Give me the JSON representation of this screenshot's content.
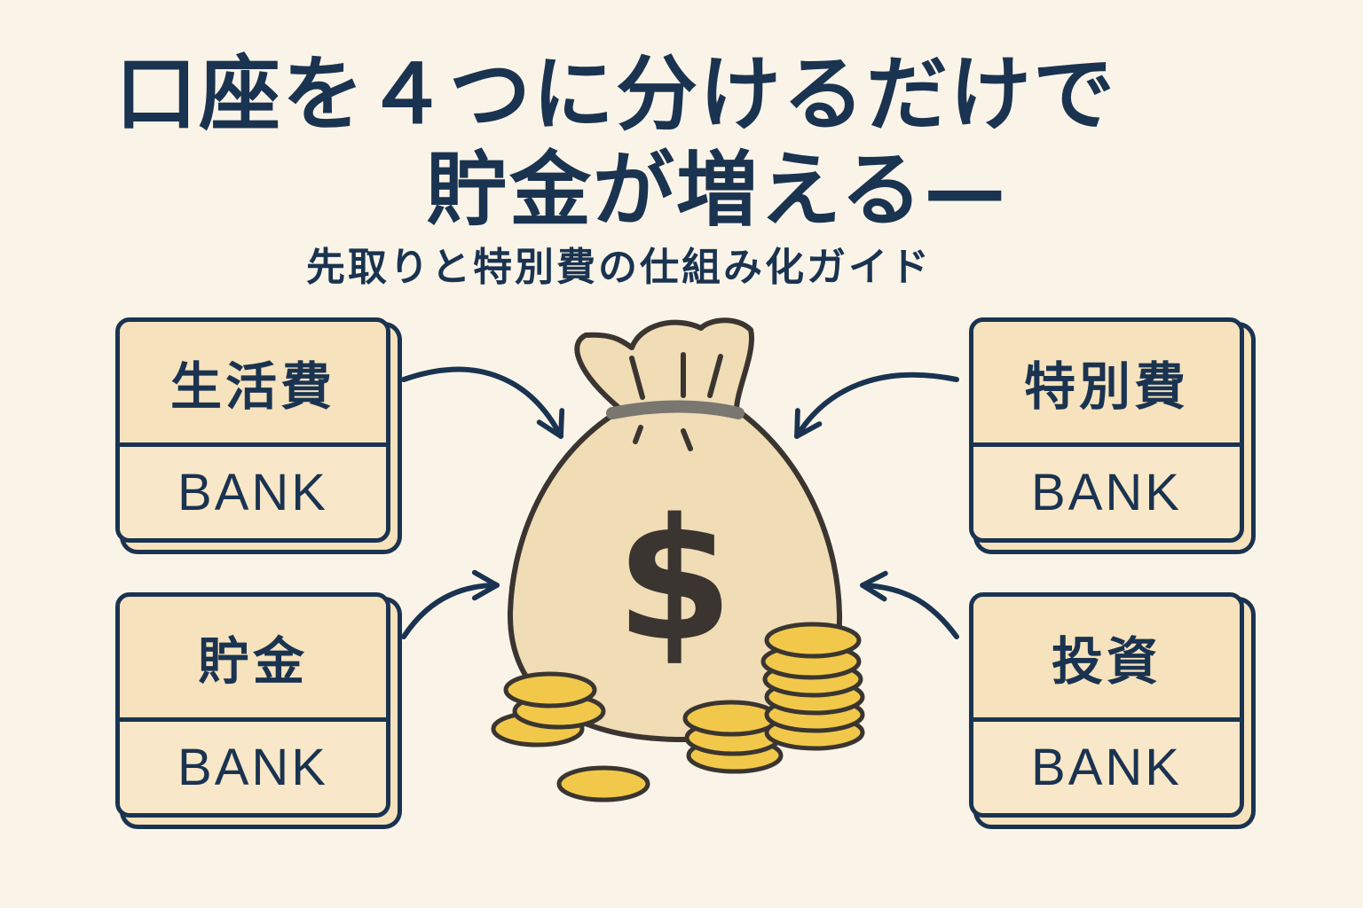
{
  "title": {
    "line1": "口座を４つに分けるだけで",
    "line2": "貯金が増える—",
    "subtitle": "先取りと特別費の仕組み化ガイド"
  },
  "accounts": [
    {
      "label": "生活費",
      "bank": "BANK"
    },
    {
      "label": "特別費",
      "bank": "BANK"
    },
    {
      "label": "貯金",
      "bank": "BANK"
    },
    {
      "label": "投資",
      "bank": "BANK"
    }
  ],
  "money_bag": {
    "symbol": "$"
  },
  "colors": {
    "navy": "#1a3350",
    "background": "#faf4e8",
    "card": "#f6e2bd",
    "bag": "#f0dcb5",
    "coin": "#f2c84b",
    "ink": "#3a3530"
  },
  "icons": [
    "money-bag-icon",
    "coin-stack-icon",
    "arrow-icon",
    "dollar-sign-icon"
  ]
}
